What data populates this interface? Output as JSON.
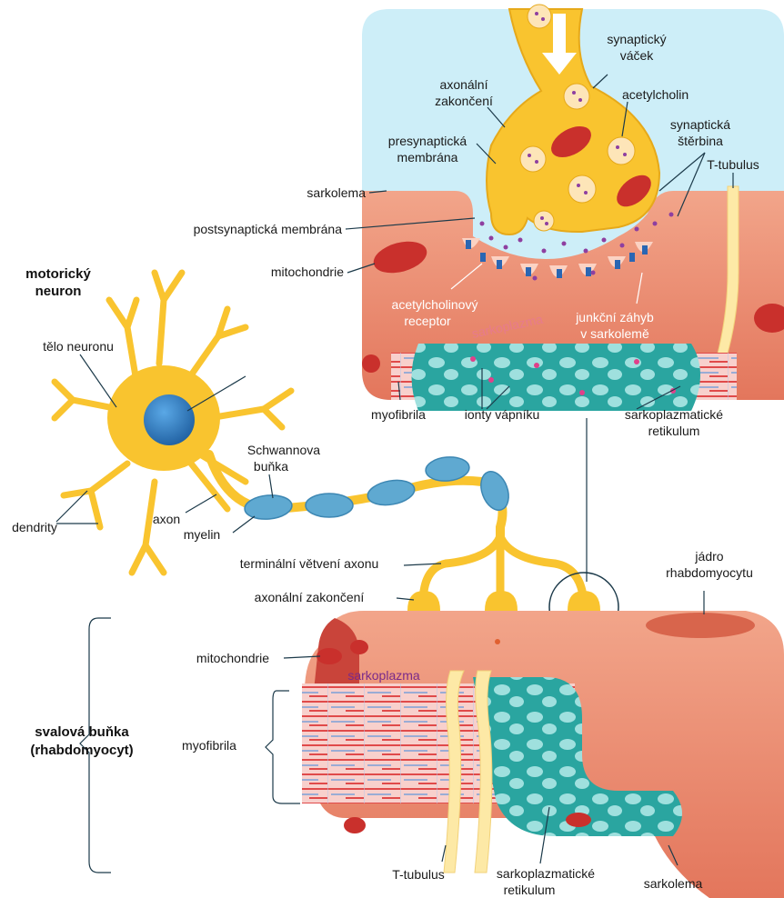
{
  "labels": {
    "synaptic_vesicle": [
      "synaptický",
      "váček"
    ],
    "axon_terminal_top": [
      "axonální",
      "zakončení"
    ],
    "acetylcholine": "acetylcholin",
    "synaptic_cleft": [
      "synaptická",
      "štěrbina"
    ],
    "presynaptic_membrane": [
      "presynaptická",
      "membrána"
    ],
    "t_tubule_top": "T-tubulus",
    "sarcolemma_top": "sarkolema",
    "postsynaptic_membrane": "postsynaptická membrána",
    "mitochondria_top": "mitochondrie",
    "motor_neuron": [
      "motorický",
      "neuron"
    ],
    "ach_receptor": [
      "acetylcholinový",
      "receptor"
    ],
    "sarcoplasm_top": "sarkoplazma",
    "junctional_fold": [
      "junkční záhyb",
      "v sarkolemě"
    ],
    "cell_body": "tělo neuronu",
    "myofibril_top": "myofibrila",
    "calcium_ions": "ionty vápníku",
    "sr_top": [
      "sarkoplazmatické",
      "retikulum"
    ],
    "schwann_cell": [
      "Schwannova",
      "buňka"
    ],
    "axon": "axon",
    "myelin": "myelin",
    "dendrites": "dendrity",
    "terminal_branching": "terminální větvení axonu",
    "axon_terminal_bottom": "axonální zakončení",
    "nucleus_rhabdo": [
      "jádro",
      "rhabdomyocytu"
    ],
    "mitochondria_bottom": "mitochondrie",
    "sarcoplasm_bottom": "sarkoplazma",
    "muscle_cell": [
      "svalová buňka",
      "(rhabdomyocyt)"
    ],
    "myofibril_bottom": "myofibrila",
    "t_tubule_bottom": "T-tubulus",
    "sr_bottom": [
      "sarkoplazmatické",
      "retikulum"
    ],
    "sarcolemma_bottom": "sarkolema"
  },
  "colors": {
    "neuron": "#f9c42f",
    "neuron_outline": "#e6a91a",
    "nucleus": "#2b7cc4",
    "myelin": "#5fa9d1",
    "muscle": "#ee8a6e",
    "muscle_dark": "#d8654c",
    "sr": "#2aa5a0",
    "myofibril": "#f7c7c4",
    "cleft": "#cdeef8",
    "mitochondria": "#c9302c",
    "receptor": "#2a66b3",
    "ach_dots": "#8e3fa0",
    "leader": "#1c3a4a"
  }
}
